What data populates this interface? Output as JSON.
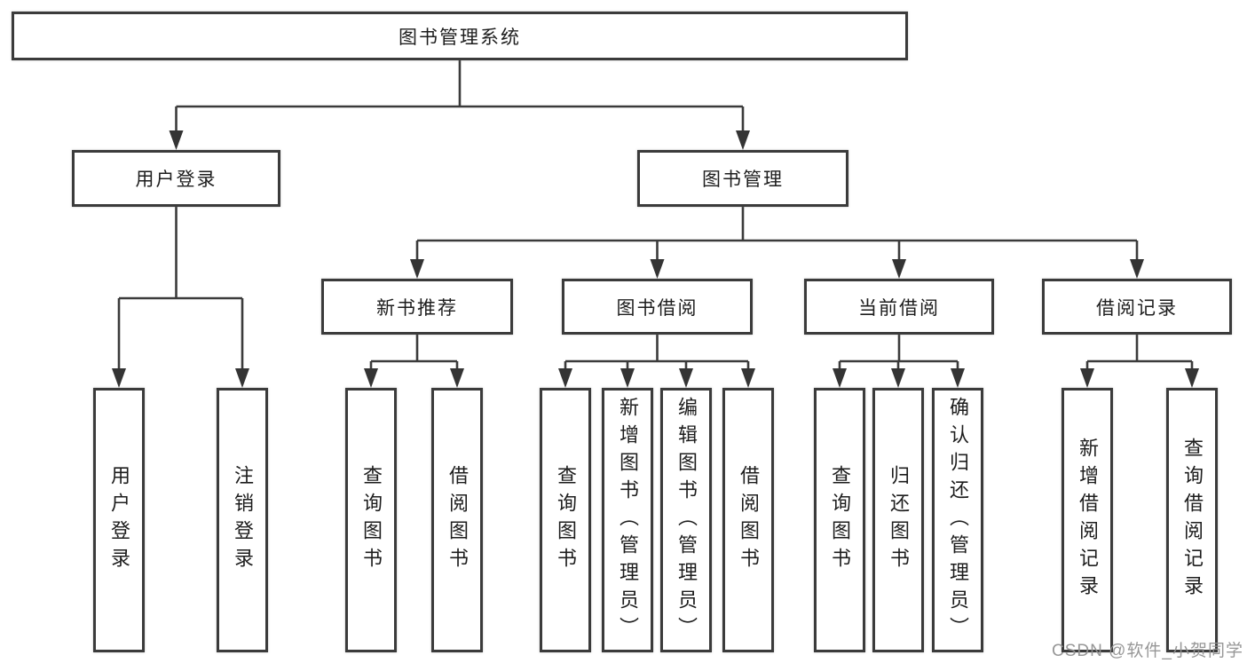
{
  "diagram": {
    "title": "图书管理系统",
    "kind": "functional-structure-tree",
    "line_color": "#3b3b3b",
    "box_border_color": "#3b3b3b",
    "text_color": "#1d1d1d",
    "tree": {
      "label": "图书管理系统",
      "children": [
        {
          "label": "用户登录",
          "children": [
            {
              "label": "用户登录"
            },
            {
              "label": "注销登录"
            }
          ]
        },
        {
          "label": "图书管理",
          "children": [
            {
              "label": "新书推荐",
              "children": [
                {
                  "label": "查询图书"
                },
                {
                  "label": "借阅图书"
                }
              ]
            },
            {
              "label": "图书借阅",
              "children": [
                {
                  "label": "查询图书"
                },
                {
                  "label": "新增图书（管理员）"
                },
                {
                  "label": "编辑图书（管理员）"
                },
                {
                  "label": "借阅图书"
                }
              ]
            },
            {
              "label": "当前借阅",
              "children": [
                {
                  "label": "查询图书"
                },
                {
                  "label": "归还图书"
                },
                {
                  "label": "确认归还（管理员）"
                }
              ]
            },
            {
              "label": "借阅记录",
              "children": [
                {
                  "label": "新增借阅记录"
                },
                {
                  "label": "查询借阅记录"
                }
              ]
            }
          ]
        }
      ]
    }
  },
  "watermark": {
    "text": "CSDN @软件_小贺同学",
    "color": "#919191"
  }
}
